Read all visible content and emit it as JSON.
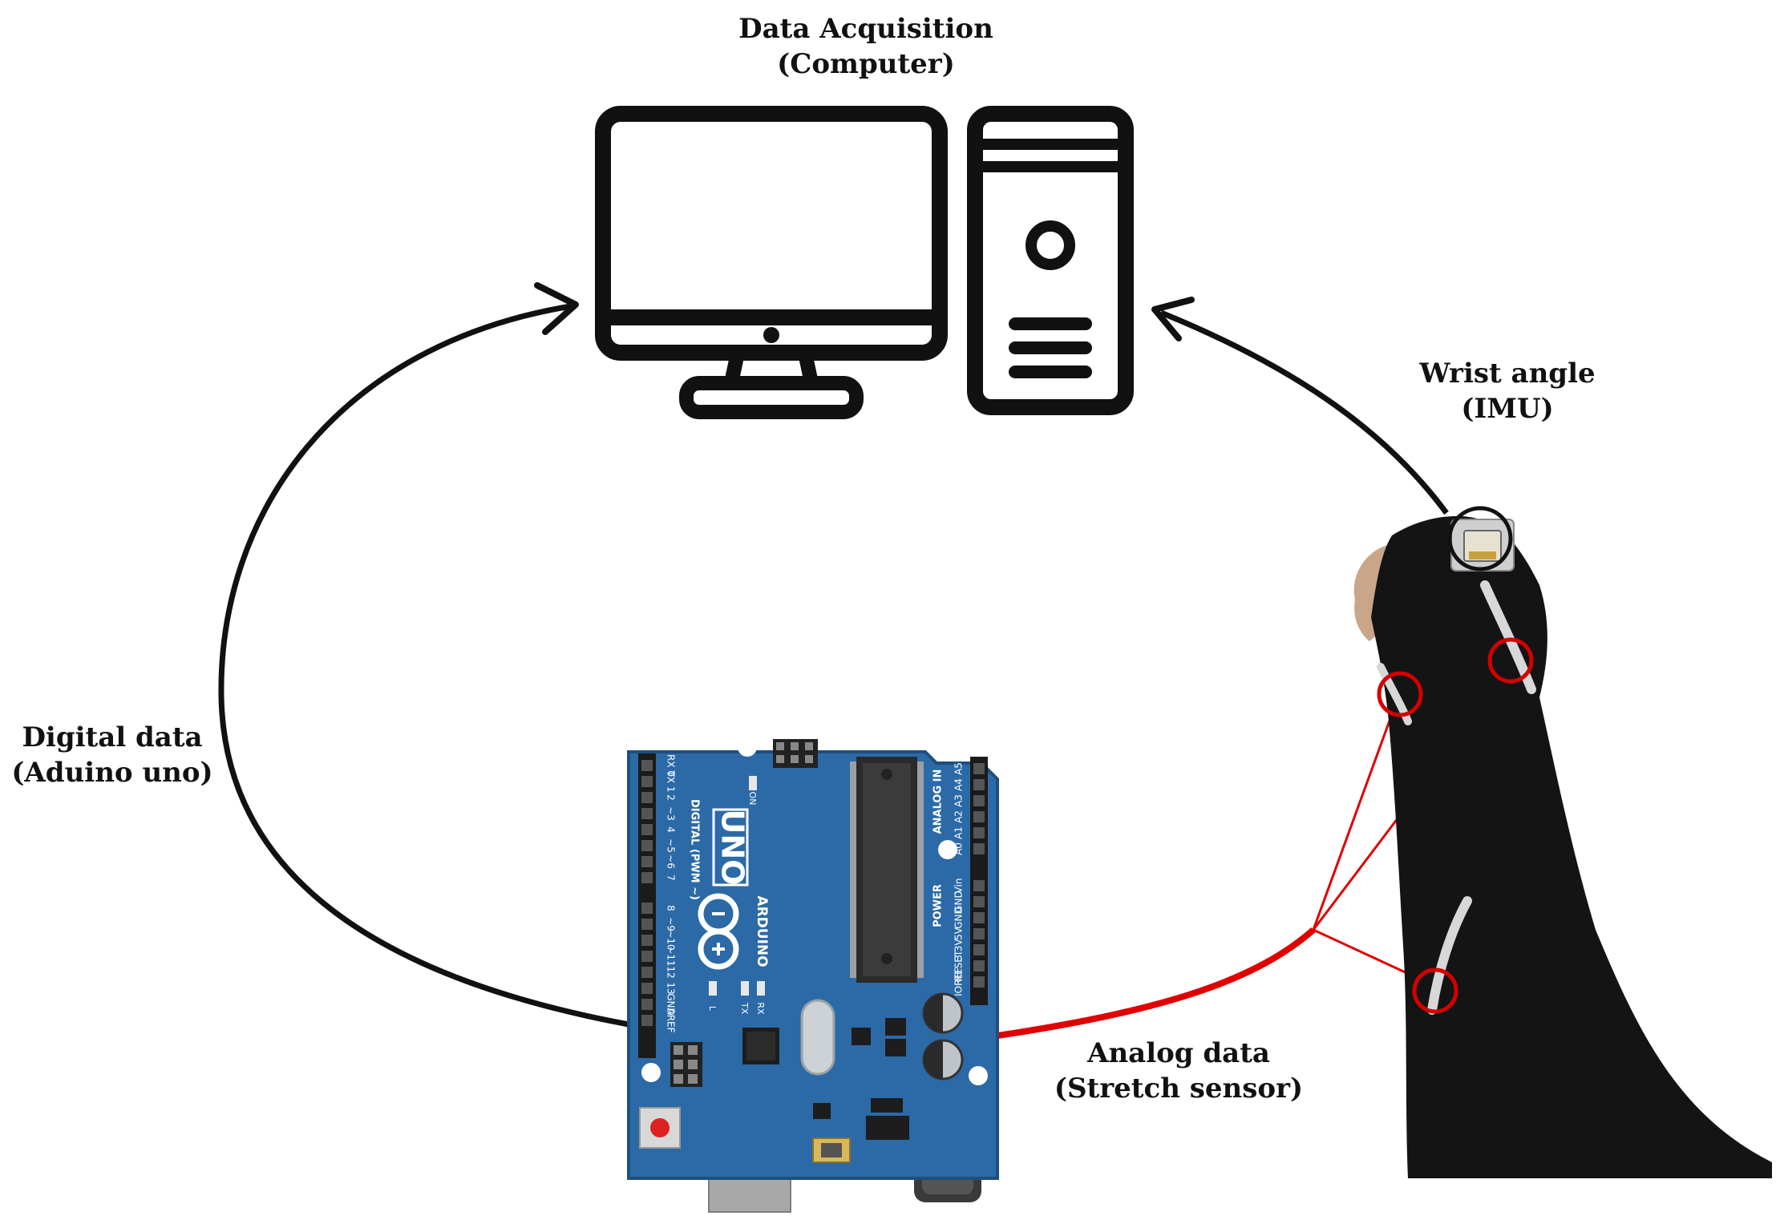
{
  "labels": {
    "data_acquisition": {
      "line1": "Data Acquisition",
      "line2": "(Computer)"
    },
    "wrist_angle": {
      "line1": "Wrist angle",
      "line2": "(IMU)"
    },
    "digital_data": {
      "line1": "Digital data",
      "line2": "(Aduino uno)"
    },
    "analog_data": {
      "line1": "Analog data",
      "line2": "(Stretch sensor)"
    }
  },
  "board": {
    "brand": "ARDUINO",
    "model": "UNO",
    "digital_header": "DIGITAL (PWM ~)",
    "analog_header": "ANALOG IN",
    "power_header": "POWER",
    "digital_pins": [
      "RX 0",
      "TX 1",
      "2",
      "~3",
      "4",
      "~5",
      "~6",
      "7",
      "8",
      "~9",
      "~10",
      "~11",
      "12",
      "13",
      "GND",
      "AREF"
    ],
    "analog_pins": [
      "A5",
      "A4",
      "A3",
      "A2",
      "A1",
      "A0"
    ],
    "power_pins": [
      "Vin",
      "GND",
      "GND",
      "5V",
      "3.3V",
      "RESET",
      "IOREF"
    ],
    "led_labels": [
      "L",
      "TX",
      "RX"
    ],
    "on_label": "ON"
  },
  "colors": {
    "arrow": "#111111",
    "sensor_wire": "#e00000",
    "board": "#2b6aa6",
    "glove": "#141414"
  },
  "icons": [
    "monitor-icon",
    "computer-tower-icon",
    "arduino-uno-board",
    "sensor-glove-arm",
    "imu-sensor"
  ]
}
